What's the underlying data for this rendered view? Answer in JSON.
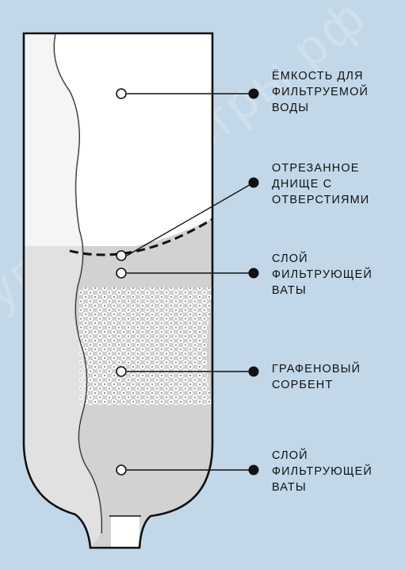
{
  "watermark": "супер-фильтры.рф",
  "colors": {
    "background": "#c2d8e8",
    "bottle_fill": "#ffffff",
    "sorbent_fill": "#d6d6d6",
    "wool_fill": "#d2d2d2",
    "outline": "#111111"
  },
  "labels": {
    "container": "ЁМКОСТЬ ДЛЯ\nФИЛЬТРУЕМОЙ\nВОДЫ",
    "cut_bottom": "ОТРЕЗАННОЕ\nДНИЩЕ С\nОТВЕРСТИЯМИ",
    "wool_top": "СЛОЙ\nФИЛЬТРУЮЩЕЙ\nВАТЫ",
    "sorbent": "ГРАФЕНОВЫЙ\nСОРБЕНТ",
    "wool_bottom": "СЛОЙ\nФИЛЬТРУЮЩЕЙ\nВАТЫ"
  }
}
